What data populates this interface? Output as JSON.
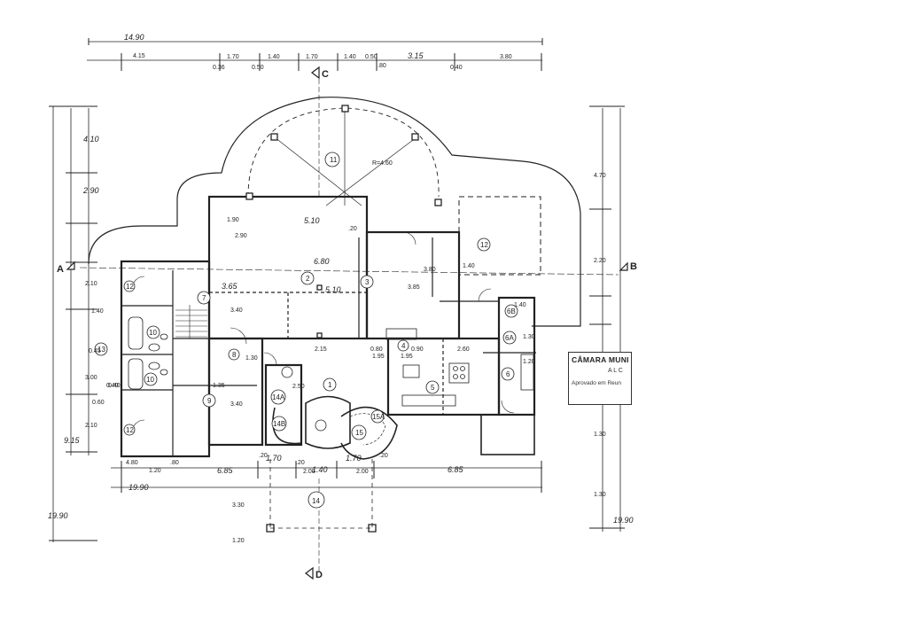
{
  "drawing": {
    "sections": {
      "a": "A",
      "b": "B",
      "c": "C",
      "d": "D"
    },
    "top_dims": {
      "overall": "14.90",
      "segments": [
        "4.15",
        "1.70",
        "1.40",
        "1.70",
        "1.40",
        "3.15",
        "3.80"
      ],
      "small": [
        "0.36",
        "0.50",
        "0.50",
        ".80",
        "0.40"
      ]
    },
    "bottom_dims": {
      "overall": "19.90",
      "segments": [
        "6.85",
        "1.70",
        "1.40",
        "1.70",
        "6.85"
      ],
      "small": [
        "4.80",
        "1.20",
        ".80",
        ".20",
        ".20",
        ".20"
      ],
      "portico": [
        "2.00",
        "2.00",
        "3.30",
        "1.20"
      ]
    },
    "left_dims": {
      "overall": "19.90",
      "segments": [
        "4.10",
        "2.90",
        "2.10",
        "3.00",
        "2.10",
        "9.15"
      ],
      "small": [
        "0.40",
        "0.60",
        "1.40",
        "0.45"
      ]
    },
    "right_dims": {
      "overall": "19.90",
      "segments": [
        "4.70",
        "2.20",
        "1.30",
        "1.30"
      ]
    },
    "interior_dims": [
      "5.10",
      "5.10",
      "6.80",
      "3.65",
      "3.40",
      "3.40",
      "3.85",
      "1.35",
      "2.60",
      "1.40",
      "1.30",
      "R=4.60",
      "1.90",
      "2.90",
      "1.20",
      "2.15",
      "1.95",
      "0.80",
      "0.90",
      "1.30",
      "2.50",
      "1.95",
      ".20",
      "3.80",
      "0.40",
      "1.40"
    ],
    "rooms": [
      "1",
      "2",
      "3",
      "4",
      "5",
      "6",
      "6A",
      "6B",
      "7",
      "8",
      "9",
      "10",
      "10",
      "11",
      "12",
      "12",
      "12",
      "13",
      "14",
      "14A",
      "14B",
      "15",
      "15A"
    ],
    "stamp": {
      "line1": "CÂMARA MUNI",
      "line2": "A L C",
      "line3": "Aprovado em Reun"
    }
  }
}
